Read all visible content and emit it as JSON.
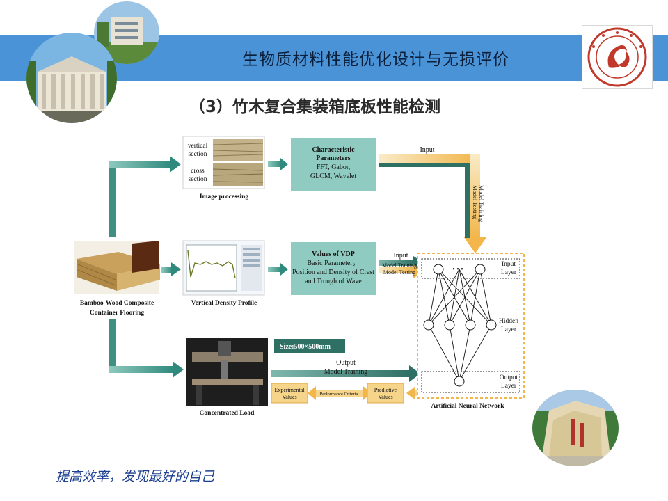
{
  "header": {
    "title": "生物质材料性能优化设计与无损评价",
    "subtitle": "（3）竹木复合集装箱底板性能检测"
  },
  "footer": {
    "slogan": "提高效率，发现最好的自己"
  },
  "diagram": {
    "image_processing": {
      "vertical_section": [
        "vertical",
        "section"
      ],
      "cross_section": [
        "cross",
        "section"
      ],
      "caption": "Image processing"
    },
    "char_params": {
      "title1": "Characteristic",
      "title2": "Parameters",
      "line1": "FFT, Gabor,",
      "line2": "GLCM,  Wavelet"
    },
    "vdp": {
      "title": "Values of VDP",
      "line1": "Basic Parameter，",
      "line2": "Position and Density of Crest",
      "line3": "and Trough of Wave"
    },
    "vdp_caption": "Vertical Density Profile",
    "flooring_caption": [
      "Bamboo-Wood Composite",
      "Container Flooring"
    ],
    "load_caption": "Concentrated Load",
    "size_label": "Size:500×500mm",
    "input_top": "Input",
    "input_mid": "Input",
    "model_testing_vertical": "Model Testing",
    "model_training_vertical": "Model Training",
    "model_training_mid": "Model Training",
    "model_testing_mid": "Model Testing",
    "output_label": "Output",
    "model_training_bottom": "Model Training",
    "experimental_values": [
      "Experimental",
      "Values"
    ],
    "performance_criteria": "Performance Criteria",
    "predictive_values": [
      "Predictive",
      "Values"
    ],
    "input_layer": [
      "Input",
      "Layer"
    ],
    "hidden_layer": [
      "Hidden",
      "Layer"
    ],
    "output_layer": [
      "Output",
      "Layer"
    ],
    "ann_caption": "Artificial Neural Network",
    "ellipsis": "• • •"
  }
}
